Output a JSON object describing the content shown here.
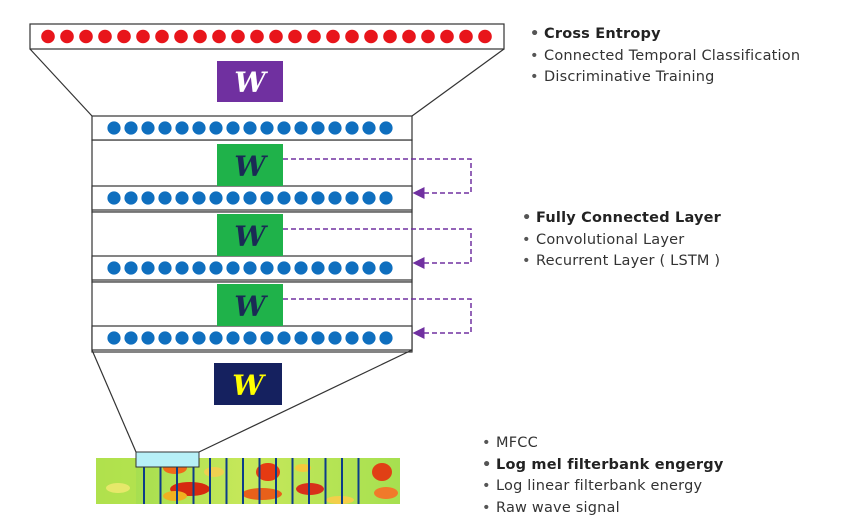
{
  "weight_symbol": "W",
  "output_node_count": 24,
  "hidden_node_count": 17,
  "colors": {
    "output_node": "#e8151b",
    "hidden_node": "#0f6fbf",
    "top_weight_box": "#7030a0",
    "hidden_weight_box": "#1fb24a",
    "input_weight_box": "#15215f",
    "input_weight_text": "#ffff00",
    "recurrent_arrow": "#7030a0",
    "window_box": "#b7f0f7"
  },
  "top_bullets": [
    {
      "text": "Cross Entropy",
      "bold": true
    },
    {
      "text": "Connected Temporal Classification",
      "bold": false
    },
    {
      "text": "Discriminative Training",
      "bold": false
    }
  ],
  "mid_bullets": [
    {
      "text": "Fully Connected Layer",
      "bold": true
    },
    {
      "text": "Convolutional Layer",
      "bold": false
    },
    {
      "text": "Recurrent Layer ( LSTM )",
      "bold": false
    }
  ],
  "bottom_bullets": [
    {
      "text": "MFCC",
      "bold": false
    },
    {
      "text": "Log mel filterbank engergy",
      "bold": true
    },
    {
      "text": "Log linear filterbank energy",
      "bold": false
    },
    {
      "text": "Raw wave signal",
      "bold": false
    }
  ]
}
